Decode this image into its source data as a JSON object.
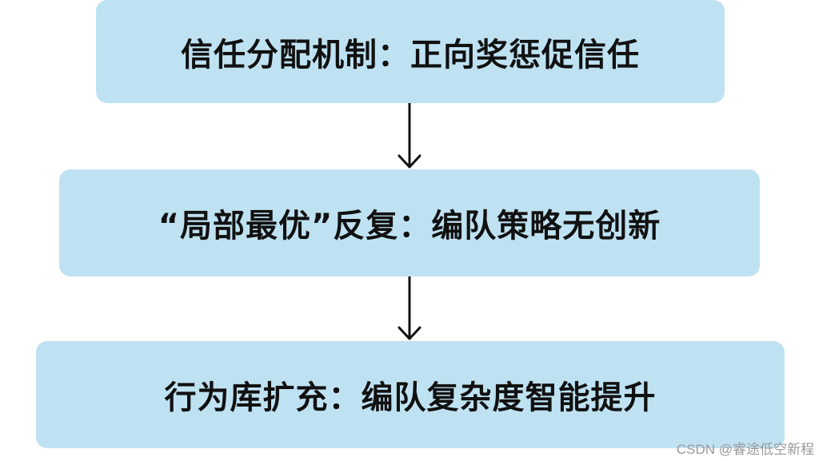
{
  "flow": {
    "step1": "信任分配机制：正向奖惩促信任",
    "step2": "“局部最优”反复：编队策略无创新",
    "step3": "行为库扩充：编队复杂度智能提升"
  },
  "watermark": "CSDN @睿途低空新程",
  "colors": {
    "box_fill": "#bfe2f2",
    "text": "#111111",
    "arrow": "#111111",
    "watermark": "#9a9a9a"
  }
}
